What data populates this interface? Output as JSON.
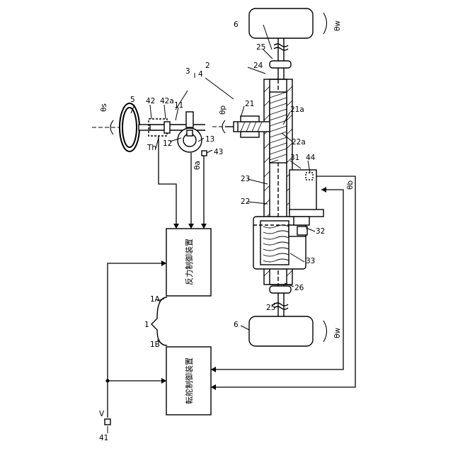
{
  "labels": {
    "l6_top": "6",
    "l25_top": "25",
    "l24": "24",
    "l21": "21",
    "l21a": "21a",
    "l22a": "22a",
    "l31": "31",
    "l44": "44",
    "l23": "23",
    "l22": "22",
    "l32": "32",
    "l33": "33",
    "l26": "26",
    "l25_bot": "25",
    "l6_bot": "6",
    "l2": "2",
    "l3": "3",
    "l4": "4",
    "l5": "5",
    "l42": "42",
    "l42a": "42a",
    "l11": "11",
    "l12": "12",
    "l13": "13",
    "l43": "43",
    "lTh": "Th",
    "l1": "1",
    "l1A": "1A",
    "l1B": "1B",
    "lV": "V",
    "l41": "41",
    "theta_s": "θs",
    "theta_p": "θp",
    "theta_a": "θa",
    "theta_b": "θb",
    "theta_w_top": "θw",
    "theta_w_bot": "θw"
  },
  "blocks": {
    "reaction_controller": "反力制御装置",
    "steering_controller": "転舵制御装置"
  }
}
